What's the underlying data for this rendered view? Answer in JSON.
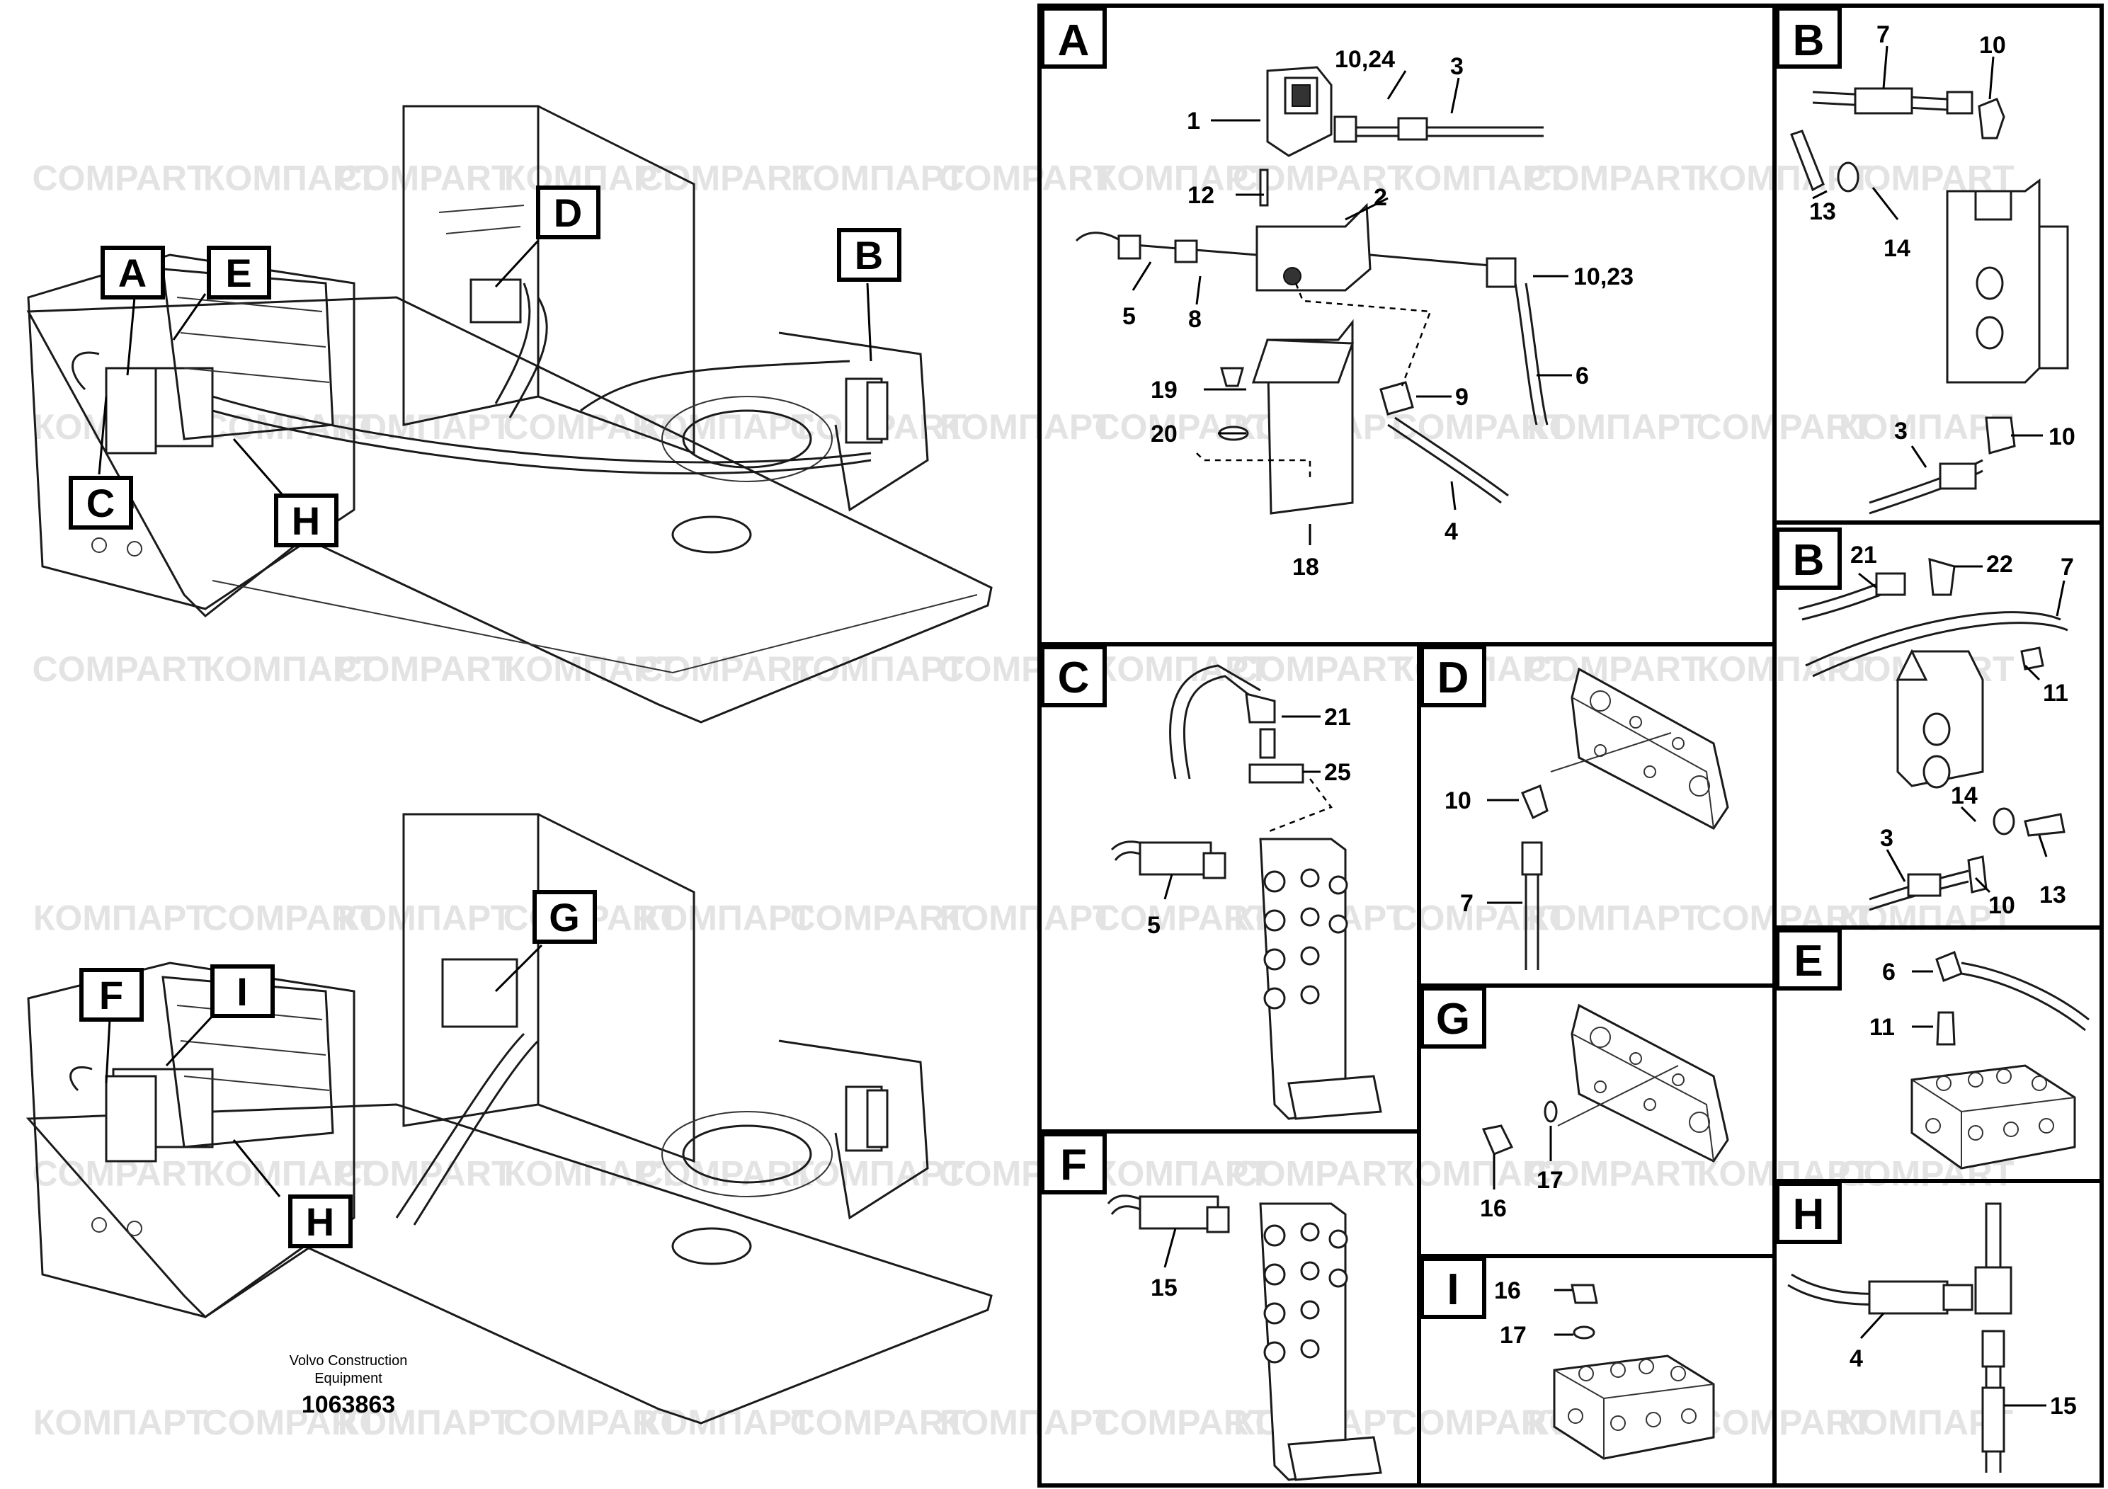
{
  "watermark": {
    "latin": "COMPART",
    "cyrillic": "КОМПАРТ"
  },
  "caption": {
    "company": "Volvo Construction Equipment",
    "company_line1": "Volvo Construction",
    "company_line2": "Equipment",
    "drawing_number": "1063863"
  },
  "overview_callouts": {
    "top": [
      "A",
      "E",
      "C",
      "H",
      "D",
      "B"
    ],
    "bottom": [
      "F",
      "I",
      "H",
      "G"
    ]
  },
  "panels": [
    {
      "id": "A",
      "title": "A",
      "parts": [
        "1",
        "10,24",
        "3",
        "12",
        "2",
        "5",
        "8",
        "10,23",
        "19",
        "9",
        "6",
        "20",
        "4",
        "18"
      ]
    },
    {
      "id": "B1",
      "title": "B",
      "parts": [
        "7",
        "10",
        "13",
        "14",
        "3",
        "10"
      ]
    },
    {
      "id": "B2",
      "title": "B",
      "parts": [
        "21",
        "22",
        "7",
        "11",
        "14",
        "3",
        "10",
        "13"
      ]
    },
    {
      "id": "C",
      "title": "C",
      "parts": [
        "21",
        "25",
        "5"
      ]
    },
    {
      "id": "D",
      "title": "D",
      "parts": [
        "10",
        "7"
      ]
    },
    {
      "id": "E",
      "title": "E",
      "parts": [
        "6",
        "11"
      ]
    },
    {
      "id": "F",
      "title": "F",
      "parts": [
        "15"
      ]
    },
    {
      "id": "G",
      "title": "G",
      "parts": [
        "16",
        "17"
      ]
    },
    {
      "id": "H",
      "title": "H",
      "parts": [
        "4",
        "15"
      ]
    },
    {
      "id": "I",
      "title": "I",
      "parts": [
        "16",
        "17"
      ]
    }
  ]
}
